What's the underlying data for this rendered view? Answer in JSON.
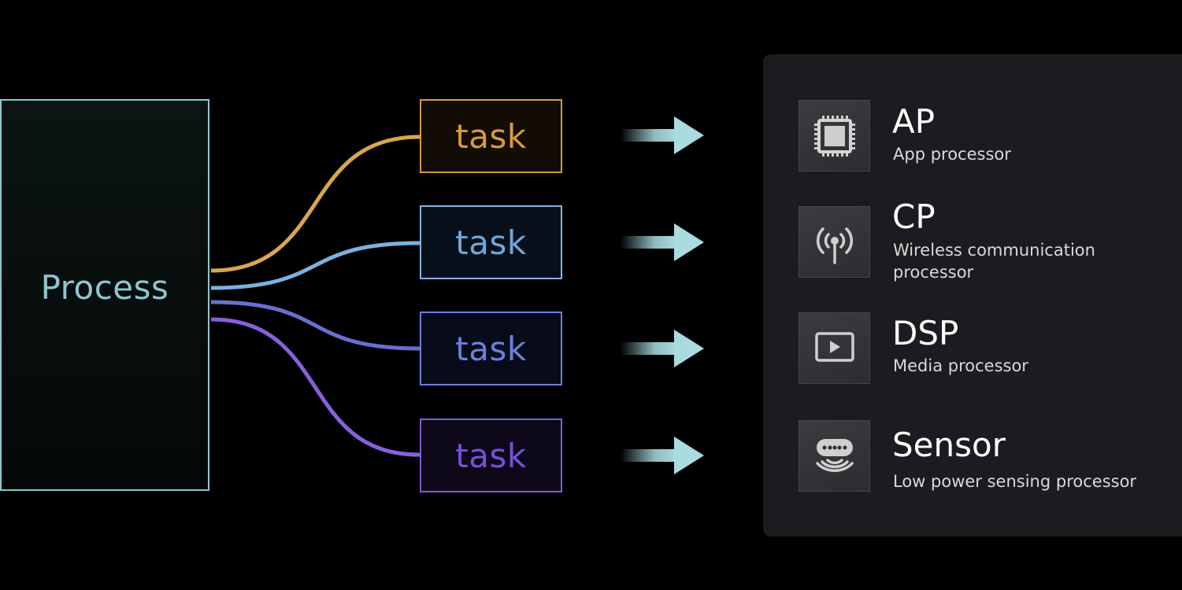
{
  "process": {
    "label": "Process"
  },
  "tasks": [
    {
      "label": "task",
      "color": "#dc9a3c"
    },
    {
      "label": "task",
      "color": "#6fa9de"
    },
    {
      "label": "task",
      "color": "#6a82df"
    },
    {
      "label": "task",
      "color": "#7a50d8"
    }
  ],
  "processors": [
    {
      "title": "AP",
      "description": "App processor",
      "icon": "chip-icon"
    },
    {
      "title": "CP",
      "description": "Wireless communication processor",
      "icon": "antenna-icon"
    },
    {
      "title": "DSP",
      "description": "Media processor",
      "icon": "play-icon"
    },
    {
      "title": "Sensor",
      "description": "Low power sensing processor",
      "icon": "sensor-icon"
    }
  ],
  "colors": {
    "background": "#000000",
    "process_border": "#8fc6cf",
    "arrow": "#a9dbe0",
    "panel": "#1b1c1f"
  }
}
